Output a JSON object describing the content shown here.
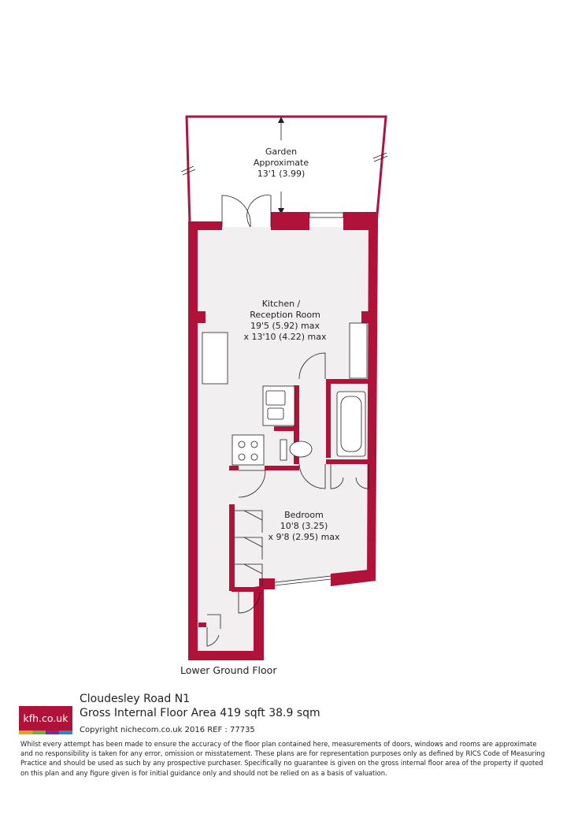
{
  "rooms": {
    "garden": {
      "name": "Garden",
      "line2": "Approximate",
      "size": "13'1 (3.99)"
    },
    "kitchen": {
      "name": "Kitchen /",
      "line2": "Reception Room",
      "size": "19'5 (5.92) max",
      "size2": "x 13'10 (4.22) max"
    },
    "bedroom": {
      "name": "Bedroom",
      "size": "10'8 (3.25)",
      "size2": "x 9'8 (2.95) max"
    }
  },
  "floor_label": "Lower Ground Floor",
  "footer": {
    "logo_text": "kfh.co.uk",
    "address": "Cloudesley Road  N1",
    "area": "Gross Internal Floor Area 419 sqft 38.9 sqm",
    "copyright": "Copyright nichecom.co.uk 2016 REF : 77735",
    "disclaimer": [
      "Whilst every attempt has been made to ensure the accuracy of the floor plan contained here, measurements of doors, windows and rooms are approximate",
      "and no responsibility is taken for any error, omission or misstatement.  These plans are for representation purposes only as defined by RICS Code of Measuring",
      "Practice and should be used as such by any prospective purchaser.  Specifically no guarantee is given on the gross internal floor area of the property if quoted",
      "on this plan and any figure given is for initial guidance only and should not be relied on as a basis of valuation."
    ]
  },
  "colors": {
    "wall": "#b0123a",
    "floor": "#f1efef",
    "logo_bar": [
      "#e7a41a",
      "#6fb23a",
      "#7a2f8e",
      "#2f87c7"
    ]
  }
}
